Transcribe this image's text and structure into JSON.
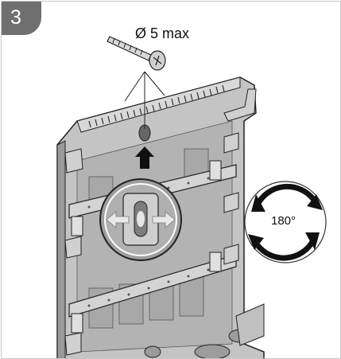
{
  "step": {
    "number": "3"
  },
  "screw": {
    "label": "Ø 5 max"
  },
  "rotation": {
    "label": "180°"
  },
  "colors": {
    "badge": "#6f6f6f",
    "panel": "#bdbdbd",
    "panel_dark": "#8e8e8e",
    "line": "#222222",
    "arrow": "#111111",
    "magnifier_arrow": "#d9d9d9"
  },
  "icons": {
    "screw": "screw-icon",
    "up_arrow": "up-arrow-icon",
    "level": "spirit-level-icon",
    "rotate": "rotate-180-icon"
  }
}
